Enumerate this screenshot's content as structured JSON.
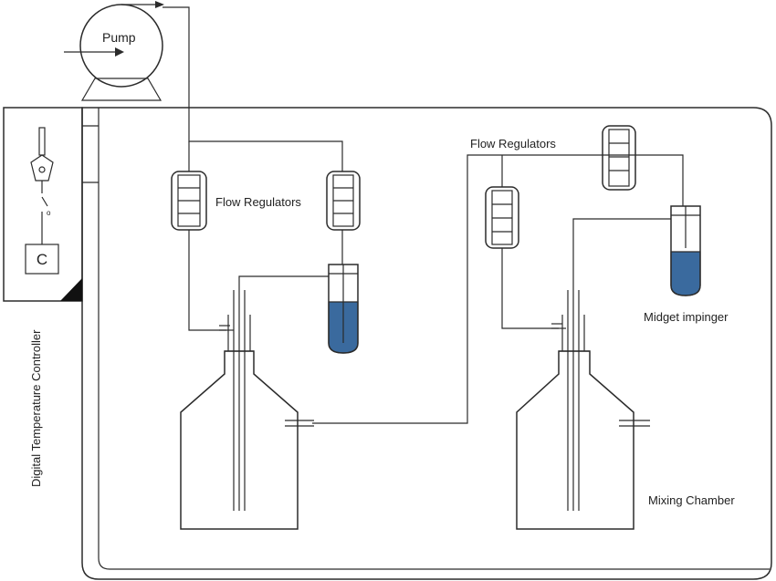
{
  "pump": {
    "label": "Pump"
  },
  "controller": {
    "label": "Digital Temperature Controller",
    "display": "C"
  },
  "labels": {
    "flow_regulators_left": "Flow Regulators",
    "flow_regulators_right": "Flow Regulators",
    "midget_impinger": "Midget impinger",
    "mixing_chamber": "Mixing Chamber"
  },
  "colors": {
    "liquid": "#3a6a9e",
    "line": "#2b2b2b",
    "controller_corner": "#111111"
  }
}
